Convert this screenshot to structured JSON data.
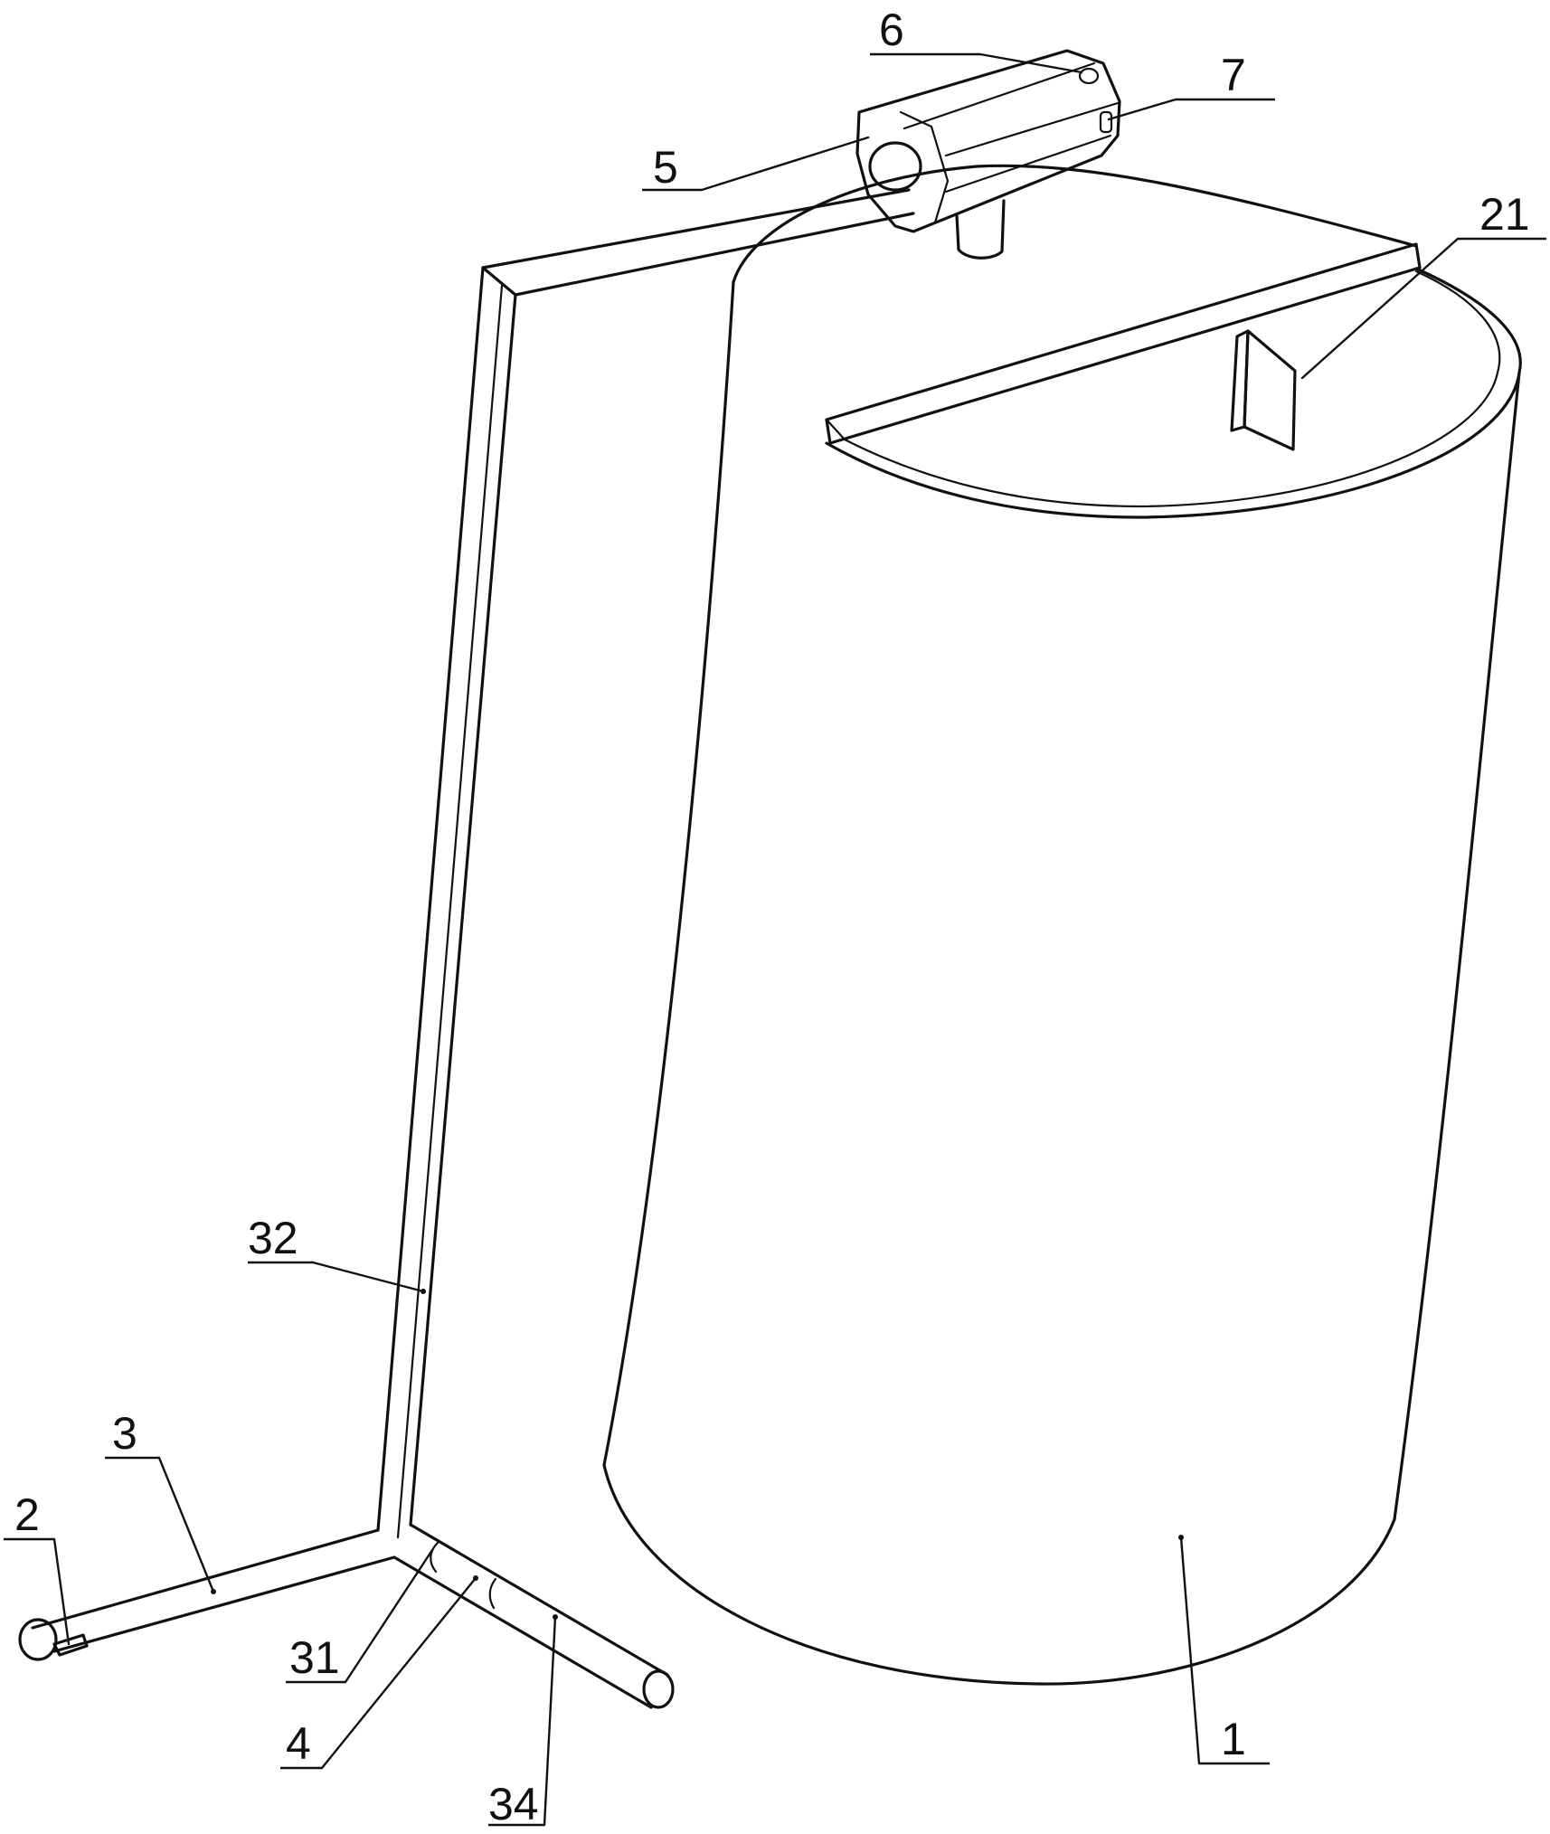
{
  "labels": {
    "l6": "6",
    "l7": "7",
    "l5": "5",
    "l21": "21",
    "l32": "32",
    "l3": "3",
    "l2": "2",
    "l31": "31",
    "l4": "4",
    "l34": "34",
    "l1": "1"
  },
  "colors": {
    "line": "#111111",
    "background": "#ffffff"
  }
}
